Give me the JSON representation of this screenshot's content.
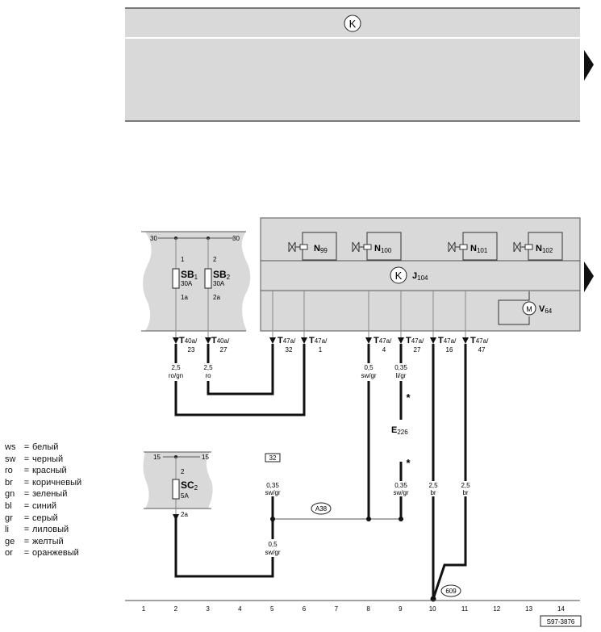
{
  "components": {
    "sb1": {
      "name": "SB",
      "sub": "1",
      "rating": "30A",
      "pin_in": "1",
      "pin_out": "1a"
    },
    "sb2": {
      "name": "SB",
      "sub": "2",
      "rating": "30A",
      "pin_in": "2",
      "pin_out": "2a"
    },
    "sc2": {
      "name": "SC",
      "sub": "2",
      "rating": "5A",
      "pin_in": "2",
      "pin_out": "2a"
    },
    "n99": {
      "name": "N",
      "sub": "99"
    },
    "n100": {
      "name": "N",
      "sub": "100"
    },
    "n101": {
      "name": "N",
      "sub": "101"
    },
    "n102": {
      "name": "N",
      "sub": "102"
    },
    "j104": {
      "name": "J",
      "sub": "104"
    },
    "v64": {
      "name": "V",
      "sub": "64",
      "symbol": "M"
    },
    "e226": {
      "name": "E",
      "sub": "226"
    }
  },
  "rails": {
    "top_left": "30",
    "top_right": "30",
    "lower_left": "15",
    "lower_right": "15"
  },
  "connectors": [
    {
      "main": "T",
      "sub": "40a/",
      "pin": "23"
    },
    {
      "main": "T",
      "sub": "40a/",
      "pin": "27"
    },
    {
      "main": "T",
      "sub": "47a/",
      "pin": "32"
    },
    {
      "main": "T",
      "sub": "47a/",
      "pin": "1"
    },
    {
      "main": "T",
      "sub": "47a/",
      "pin": "4"
    },
    {
      "main": "T",
      "sub": "47a/",
      "pin": "27"
    },
    {
      "main": "T",
      "sub": "47a/",
      "pin": "16"
    },
    {
      "main": "T",
      "sub": "47a/",
      "pin": "47"
    }
  ],
  "wires": [
    {
      "size": "2,5",
      "color": "ro/gn"
    },
    {
      "size": "2,5",
      "color": "ro"
    },
    {
      "size": "0,5",
      "color": "sw/gr"
    },
    {
      "size": "0,35",
      "color": "li/gr"
    },
    {
      "size": "2,5",
      "color": "br"
    },
    {
      "size": "2,5",
      "color": "br"
    },
    {
      "size": "0,35",
      "color": "sw/gr"
    },
    {
      "size": "0,35",
      "color": "sw/gr"
    },
    {
      "size": "0,5",
      "color": "sw/gr"
    }
  ],
  "marks": {
    "star": "*",
    "ref_box": "32",
    "junction_a38": "A38",
    "ground_609": "609",
    "k_symbol": "K"
  },
  "scale": [
    "1",
    "2",
    "3",
    "4",
    "5",
    "6",
    "7",
    "8",
    "9",
    "10",
    "11",
    "12",
    "13",
    "14"
  ],
  "figure_id": "S97-3876",
  "legend": [
    {
      "code": "ws",
      "eq": "=",
      "name": "белый"
    },
    {
      "code": "sw",
      "eq": "=",
      "name": "черный"
    },
    {
      "code": "ro",
      "eq": "=",
      "name": "красный"
    },
    {
      "code": "br",
      "eq": "=",
      "name": "коричневый"
    },
    {
      "code": "gn",
      "eq": "=",
      "name": "зеленый"
    },
    {
      "code": "bl",
      "eq": "=",
      "name": "синий"
    },
    {
      "code": "gr",
      "eq": "=",
      "name": "серый"
    },
    {
      "code": "li",
      "eq": "=",
      "name": "лиловый"
    },
    {
      "code": "ge",
      "eq": "=",
      "name": "желтый"
    },
    {
      "code": "or",
      "eq": "=",
      "name": "оранжевый"
    }
  ],
  "colors": {
    "panel": "#d9d9d9",
    "wire": "#111111",
    "thin": "#444444"
  }
}
